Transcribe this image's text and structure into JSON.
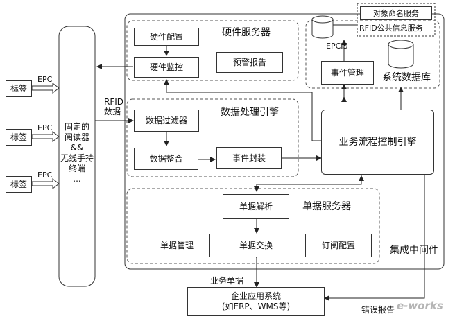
{
  "tags": {
    "tag_label": "标签",
    "epc_label": "EPC"
  },
  "reader": {
    "line1": "固定的",
    "line2": "阅读器",
    "line3": "&&",
    "line4": "无线手持",
    "line5": "终端",
    "line6": "..."
  },
  "rfid_data": {
    "line1": "RFID",
    "line2": "数据"
  },
  "hardware_server": {
    "title": "硬件服务器",
    "config": "硬件配置",
    "monitor": "硬件监控",
    "alert": "预警报告"
  },
  "data_engine": {
    "title": "数据处理引擎",
    "filter": "数据过滤器",
    "integrate": "数据整合",
    "event_pack": "事件封装"
  },
  "epcis_area": {
    "naming_service": "对象命名服务",
    "rfid_info_service": "RFID公共信息服务",
    "epcis": "EPCIS",
    "event_mgmt": "事件管理",
    "system_db": "系统数据库"
  },
  "workflow": {
    "label": "业务流程控制引擎"
  },
  "doc_server": {
    "title": "单据服务器",
    "parse": "单据解析",
    "manage": "单据管理",
    "exchange": "单据交换",
    "subscribe": "订阅配置"
  },
  "middleware": {
    "label": "集成中间件"
  },
  "enterprise": {
    "line1": "企业应用系统",
    "line2": "(如ERP、WMS等)",
    "doc_flow": "业务单据",
    "error_report": "错误报告"
  },
  "watermark": {
    "text": "e-works"
  }
}
